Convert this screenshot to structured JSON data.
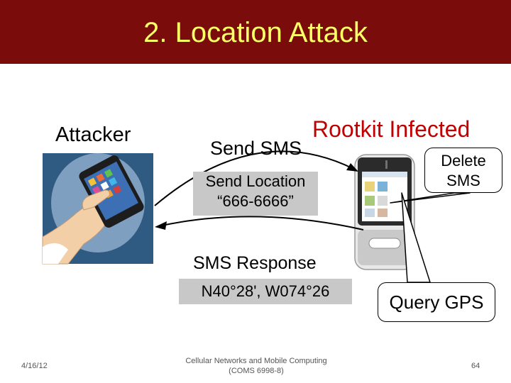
{
  "slide": {
    "title": "2. Location Attack",
    "attacker_label": "Attacker",
    "send_sms": "Send SMS",
    "rootkit_label": "Rootkit Infected",
    "send_location_line1": "Send Location",
    "send_location_line2": "“666-6666”",
    "sms_response": "SMS Response",
    "coordinates": "N40°28', W074°26",
    "delete_sms_line1": "Delete",
    "delete_sms_line2": "SMS",
    "query_gps": "Query GPS"
  },
  "footer": {
    "date": "4/16/12",
    "course_line1": "Cellular Networks and Mobile Computing",
    "course_line2": "(COMS 6998-8)",
    "page": "64"
  },
  "colors": {
    "title_bg": "#7a0c0c",
    "title_text": "#ffff66",
    "rootkit_text": "#c00000",
    "label_bg": "#c8c8c8"
  }
}
